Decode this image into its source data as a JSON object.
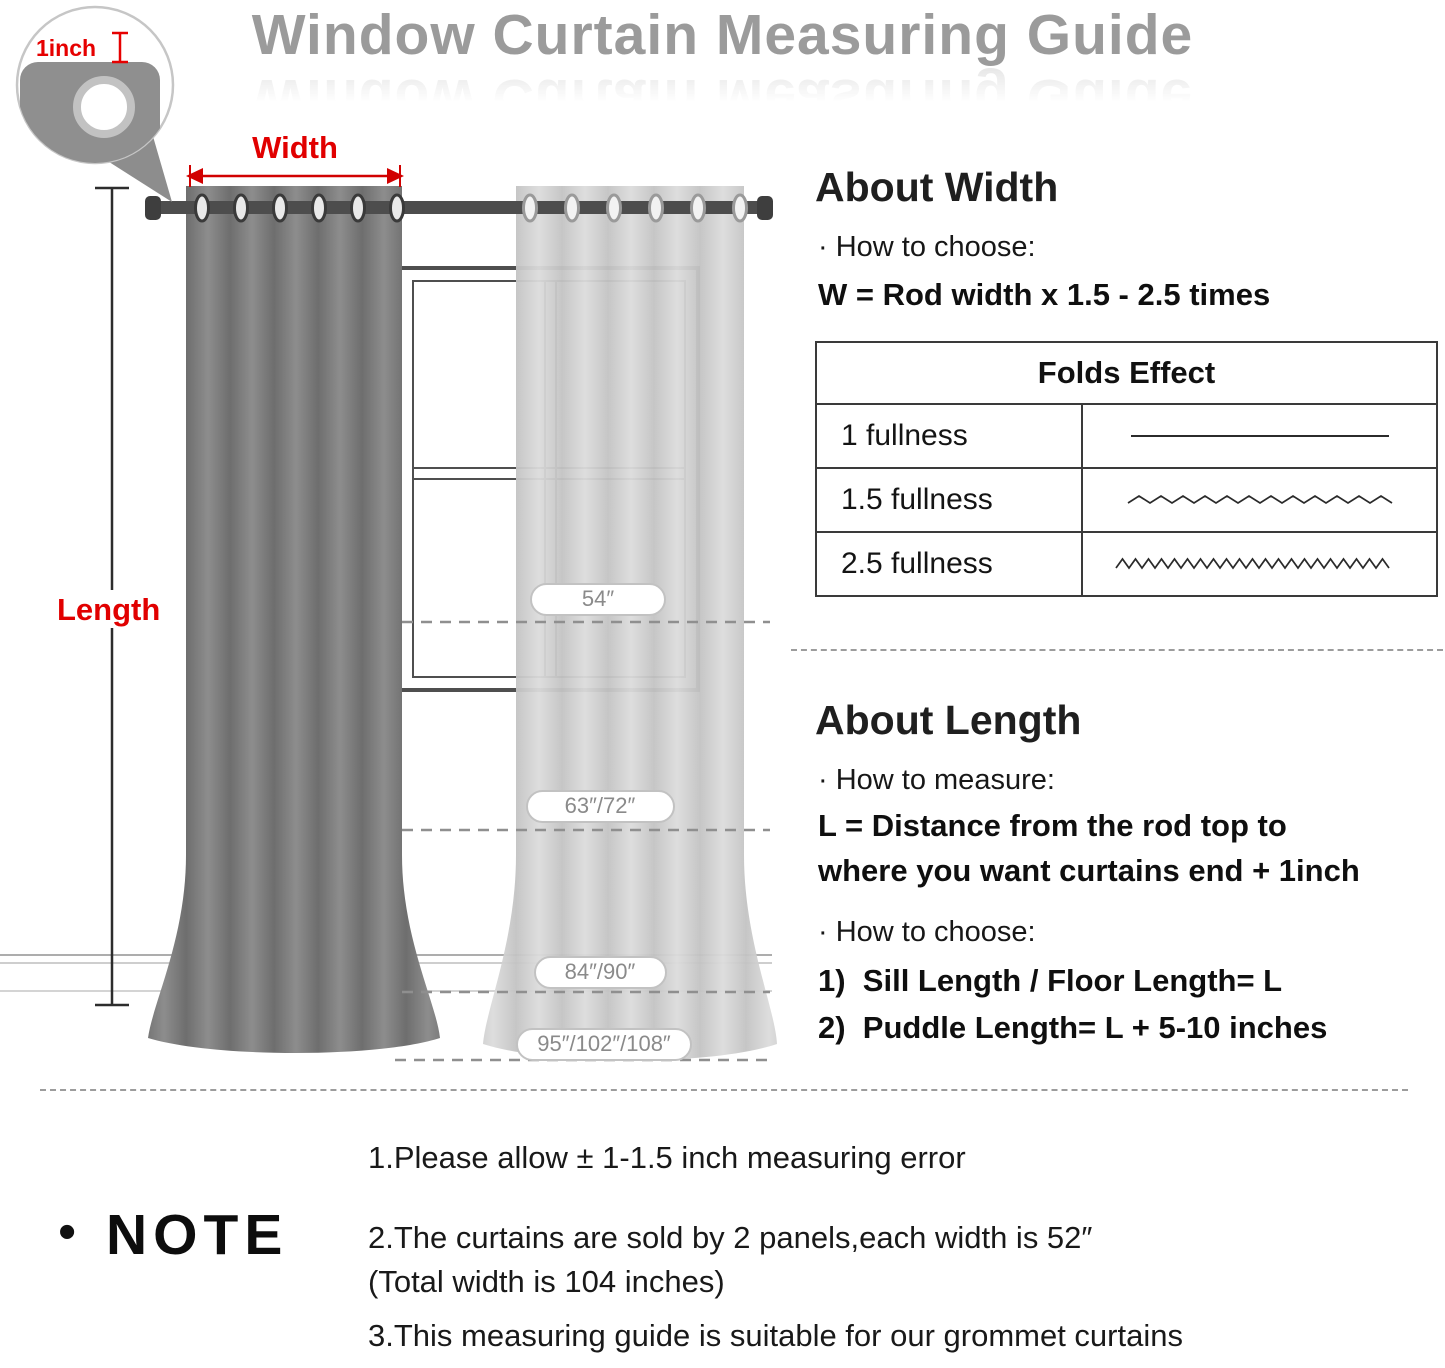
{
  "title": "Window Curtain Measuring Guide",
  "diagram": {
    "tape_label": "1inch",
    "width_label": "Width",
    "length_label": "Length",
    "sizes": [
      "54″",
      "63″/72″",
      "84″/90″",
      "95″/102″/108″"
    ]
  },
  "about_width": {
    "heading": "About Width",
    "choose_label": "· How to choose:",
    "formula": "W = Rod width x 1.5 - 2.5 times",
    "table": {
      "header": "Folds Effect",
      "rows": [
        "1 fullness",
        "1.5 fullness",
        "2.5 fullness"
      ]
    }
  },
  "about_length": {
    "heading": "About Length",
    "measure_label": "· How to measure:",
    "formula_line1": "L = Distance from the rod top to",
    "formula_line2": "where you want curtains end + 1inch",
    "choose_label": "· How to choose:",
    "option1": "1)  Sill Length / Floor Length= L",
    "option2": "2)  Puddle Length= L + 5-10 inches"
  },
  "note": {
    "bullet": "•",
    "label": "NOTE",
    "line1": "1.Please allow ± 1-1.5 inch measuring error",
    "line2": "2.The curtains are sold by 2 panels,each width is 52″",
    "line3": "(Total width is 104 inches)",
    "line4": "3.This measuring guide is suitable for our grommet curtains"
  }
}
